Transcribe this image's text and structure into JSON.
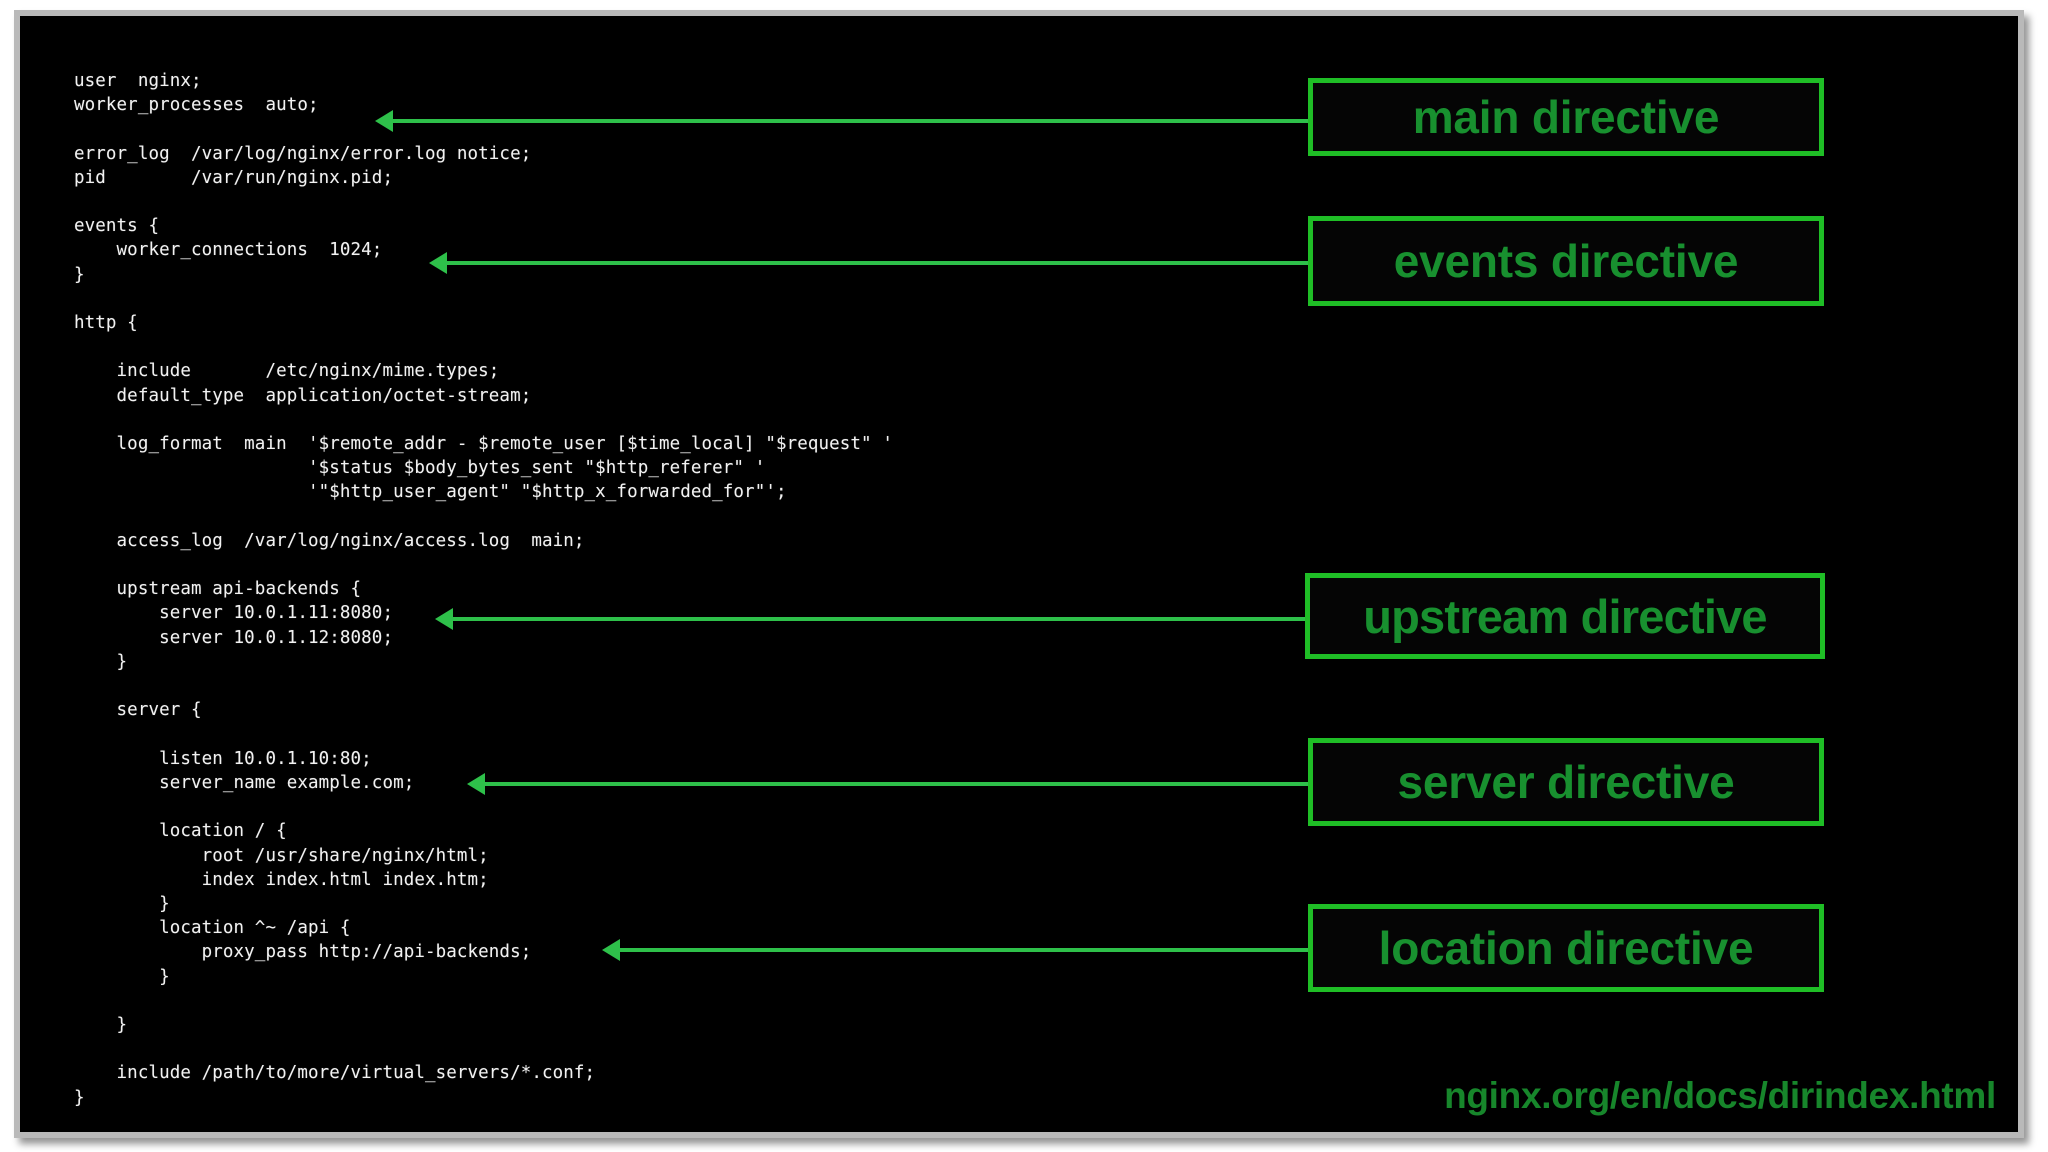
{
  "terminal": {
    "background_color": "#000000",
    "frame_color": "#b9b9b9",
    "text_color": "#f2f2f2",
    "config_filename_implied": "nginx.conf",
    "code": "user  nginx;\nworker_processes  auto;\n\nerror_log  /var/log/nginx/error.log notice;\npid        /var/run/nginx.pid;\n\nevents {\n    worker_connections  1024;\n}\n\nhttp {\n\n    include       /etc/nginx/mime.types;\n    default_type  application/octet-stream;\n\n    log_format  main  '$remote_addr - $remote_user [$time_local] \"$request\" '\n                      '$status $body_bytes_sent \"$http_referer\" '\n                      '\"$http_user_agent\" \"$http_x_forwarded_for\"';\n\n    access_log  /var/log/nginx/access.log  main;\n\n    upstream api-backends {\n        server 10.0.1.11:8080;\n        server 10.0.1.12:8080;\n    }\n\n    server {\n\n        listen 10.0.1.10:80;\n        server_name example.com;\n\n        location / {\n            root /usr/share/nginx/html;\n            index index.html index.htm;\n        }\n        location ^~ /api {\n            proxy_pass http://api-backends;\n        }\n\n    }\n\n    include /path/to/more/virtual_servers/*.conf;\n}"
  },
  "annotations": {
    "accent_border_color": "#1fbe26",
    "accent_text_color": "#18902f",
    "arrow_color": "#2ec04a",
    "callouts": [
      {
        "id": "main",
        "label": "main directive",
        "target_line": "worker_processes  auto;"
      },
      {
        "id": "events",
        "label": "events directive",
        "target_line": "worker_connections  1024;"
      },
      {
        "id": "upstream",
        "label": "upstream directive",
        "target_line": "server 10.0.1.11:8080;"
      },
      {
        "id": "server",
        "label": "server directive",
        "target_line": "server_name example.com;"
      },
      {
        "id": "location",
        "label": "location directive",
        "target_line": "proxy_pass http://api-backends;"
      }
    ]
  },
  "footer": {
    "url": "nginx.org/en/docs/dirindex.html",
    "color": "#17862b"
  }
}
